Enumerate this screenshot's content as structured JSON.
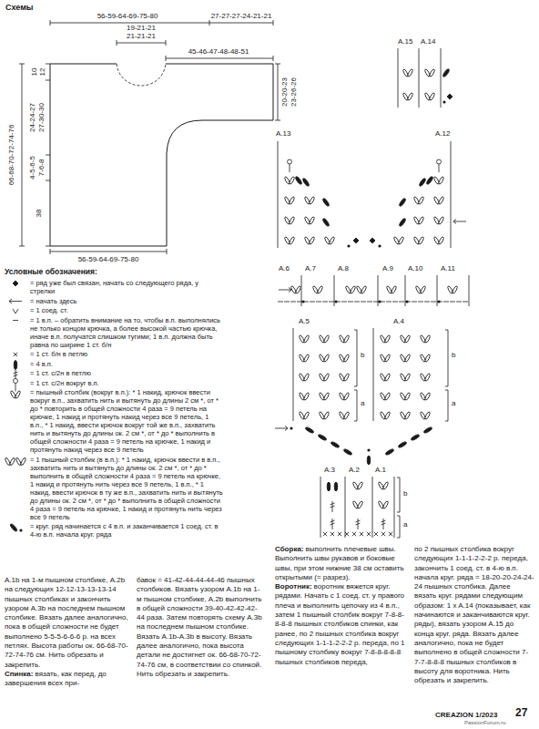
{
  "diagram": {
    "title": "Схемы",
    "labels": [
      "56-59-64-69-75-80",
      "27-27-27-24-21-21",
      "19-21-21",
      "21-21-21",
      "45-46-47-48-48-51",
      "10",
      "12",
      "24-24-27",
      "27-30-30",
      "4-5-6-5",
      "7-6-8",
      "38",
      "66-68-70-72-74-76",
      "20-20-23",
      "23-26-26",
      "56-59-64-69-75-80",
      "A.15",
      "A.14",
      "A.13",
      "A.12",
      "A.6",
      "A.7",
      "A.8",
      "A.9",
      "A.10",
      "A.11",
      "A.5",
      "b",
      "a",
      "A.4",
      "b",
      "a",
      "A.3",
      "A.2",
      "A.1",
      "b",
      "a",
      "Условные обозначения:",
      "A.1b на 1-м пышном столбике, A.2b на следующих 12-12-13-13-13-14 пышных столбиках и закончить узором A.3b на последнем пышном столбике. Вязать далее аналогично, пока в общей сложности не будет выполнено 5-5-5-6-6-6 р. на всех петлях. Высота работы ок. 66-68-70-72-74-76 см. Нить обрезать и закрепить.",
      "Спинка:",
      "вязать, как перед, до завершения всех при-",
      "бавок = 41-42-44-44-44-46 пышных столбиков. Вязать узором A.1b на 1-м пышном столбике, A.2b выполнить в общей сложности 39-40-42-42-42-44 раза. Затем повторять схему A.3b на последнем пышном столбике. Вязать A.1b-A.3b в высоту. Вязать далее аналогично, пока высота детали не достигнет ок. 66-68-70-72-74-76 см, в соответствии со спинкой. Нить обрезать и закрепить.",
      "Сборка:",
      "выполнить плечевые швы. Выполнить швы рукавов и боковые швы, при этом нижние 38 см оставить открытыми (= разрез).",
      "Воротник:",
      "воротник вяжется круг. рядами. Начать с 1 соед. ст. у правого плеча и выполнить цепочку из 4 в.п., затем 1 пышный столбик вокруг 7-8-8-8-8-8 пышных столбиков спинки, как ранее, по 2 пышных столбика вокруг следующих 1-1-1-2-2-2 р. переда, по 1 пышному столбику вокруг 7-8-8-8-8-8 пышных столбиков переда,",
      "по 2 пышных столбика вокруг следующих 1-1-1-2-2-2 р. переда, закончить 1 соед. ст. в 4-ю в.п. начала круг. ряда = 18-20-20-24-24-24 пышных столбика. Далее вязать круг. рядами следующим образом: 1 x A.14 (показывает, как начинаются и заканчиваются круг. ряды), вязать узором A.15 до конца круг. ряда. Вязать далее аналогично, пока не будет выполнено в общей сложности 7-7-7-8-8-8 пышных столбиков в высоту для воротника. Нить обрезать и закрепить.",
      "CREAZION 1/2023",
      "27",
      "PassionForum.ru"
    ],
    "legend": [
      {
        "text": "= ряд уже был связан, начать со следующего ряда, у стрелки"
      },
      {
        "text": "= начать здесь"
      },
      {
        "text": "= 1 соед. ст."
      },
      {
        "text": "= 1 в.п. – обратить внимание на то, чтобы в.п. выполнялись не только концом крючка, а более высокой частью крючка, иначе в.п. получатся слишком тугими; 1 в.п. должна быть равна по ширине 1 ст. б/н"
      },
      {
        "text": "= 1 ст. б/н в петлю"
      },
      {
        "text": "= 4 в.п."
      },
      {
        "text": "= 1 ст. с/2н в петлю"
      },
      {
        "text": "= 1 ст. с/2н вокруг в.п."
      },
      {
        "text": "= пышный столбик (вокруг в.п.): * 1 накид, крючок ввести вокруг в.п., захватить нить и вытянуть до длины 2 см *, от * до * повторить в общей сложности 4 раза = 9 петель на крючке, 1 накид и протянуть накид через все 9 петель, 1 в.п., * 1 накид, ввести крючок вокруг той же в.п., захватить нить и вытянуть до длины ок. 2 см *, от * до * выполнить в общей сложности 4 раза = 9 петель на крючке, 1 накид и протянуть накид через все 9 петель"
      },
      {
        "text": "= 1 пышный столбик (в в.п.): * 1 накид, крючок ввести в в.п., захватить нить и вытянуть до длины ок. 2 см *, от * до * выполнить в общей сложности 4 раза = 9 петель на крючке, 1 накид и протянуть нить через все 9 петель, 1 в.п., * 1 накид, ввести крючок в ту же в.п., захватить нить и вытянуть до длины ок. 2 см *, от * до * выполнить в общей сложности 4 раза = 9 петель на крючке, 1 накид и протянуть нить через все 9 петель"
      },
      {
        "text": "= круг. ряд начинается с 4 в.п. и заканчивается 1 соед. ст. в 4-ю в.п. начала круг. ряда"
      }
    ]
  }
}
